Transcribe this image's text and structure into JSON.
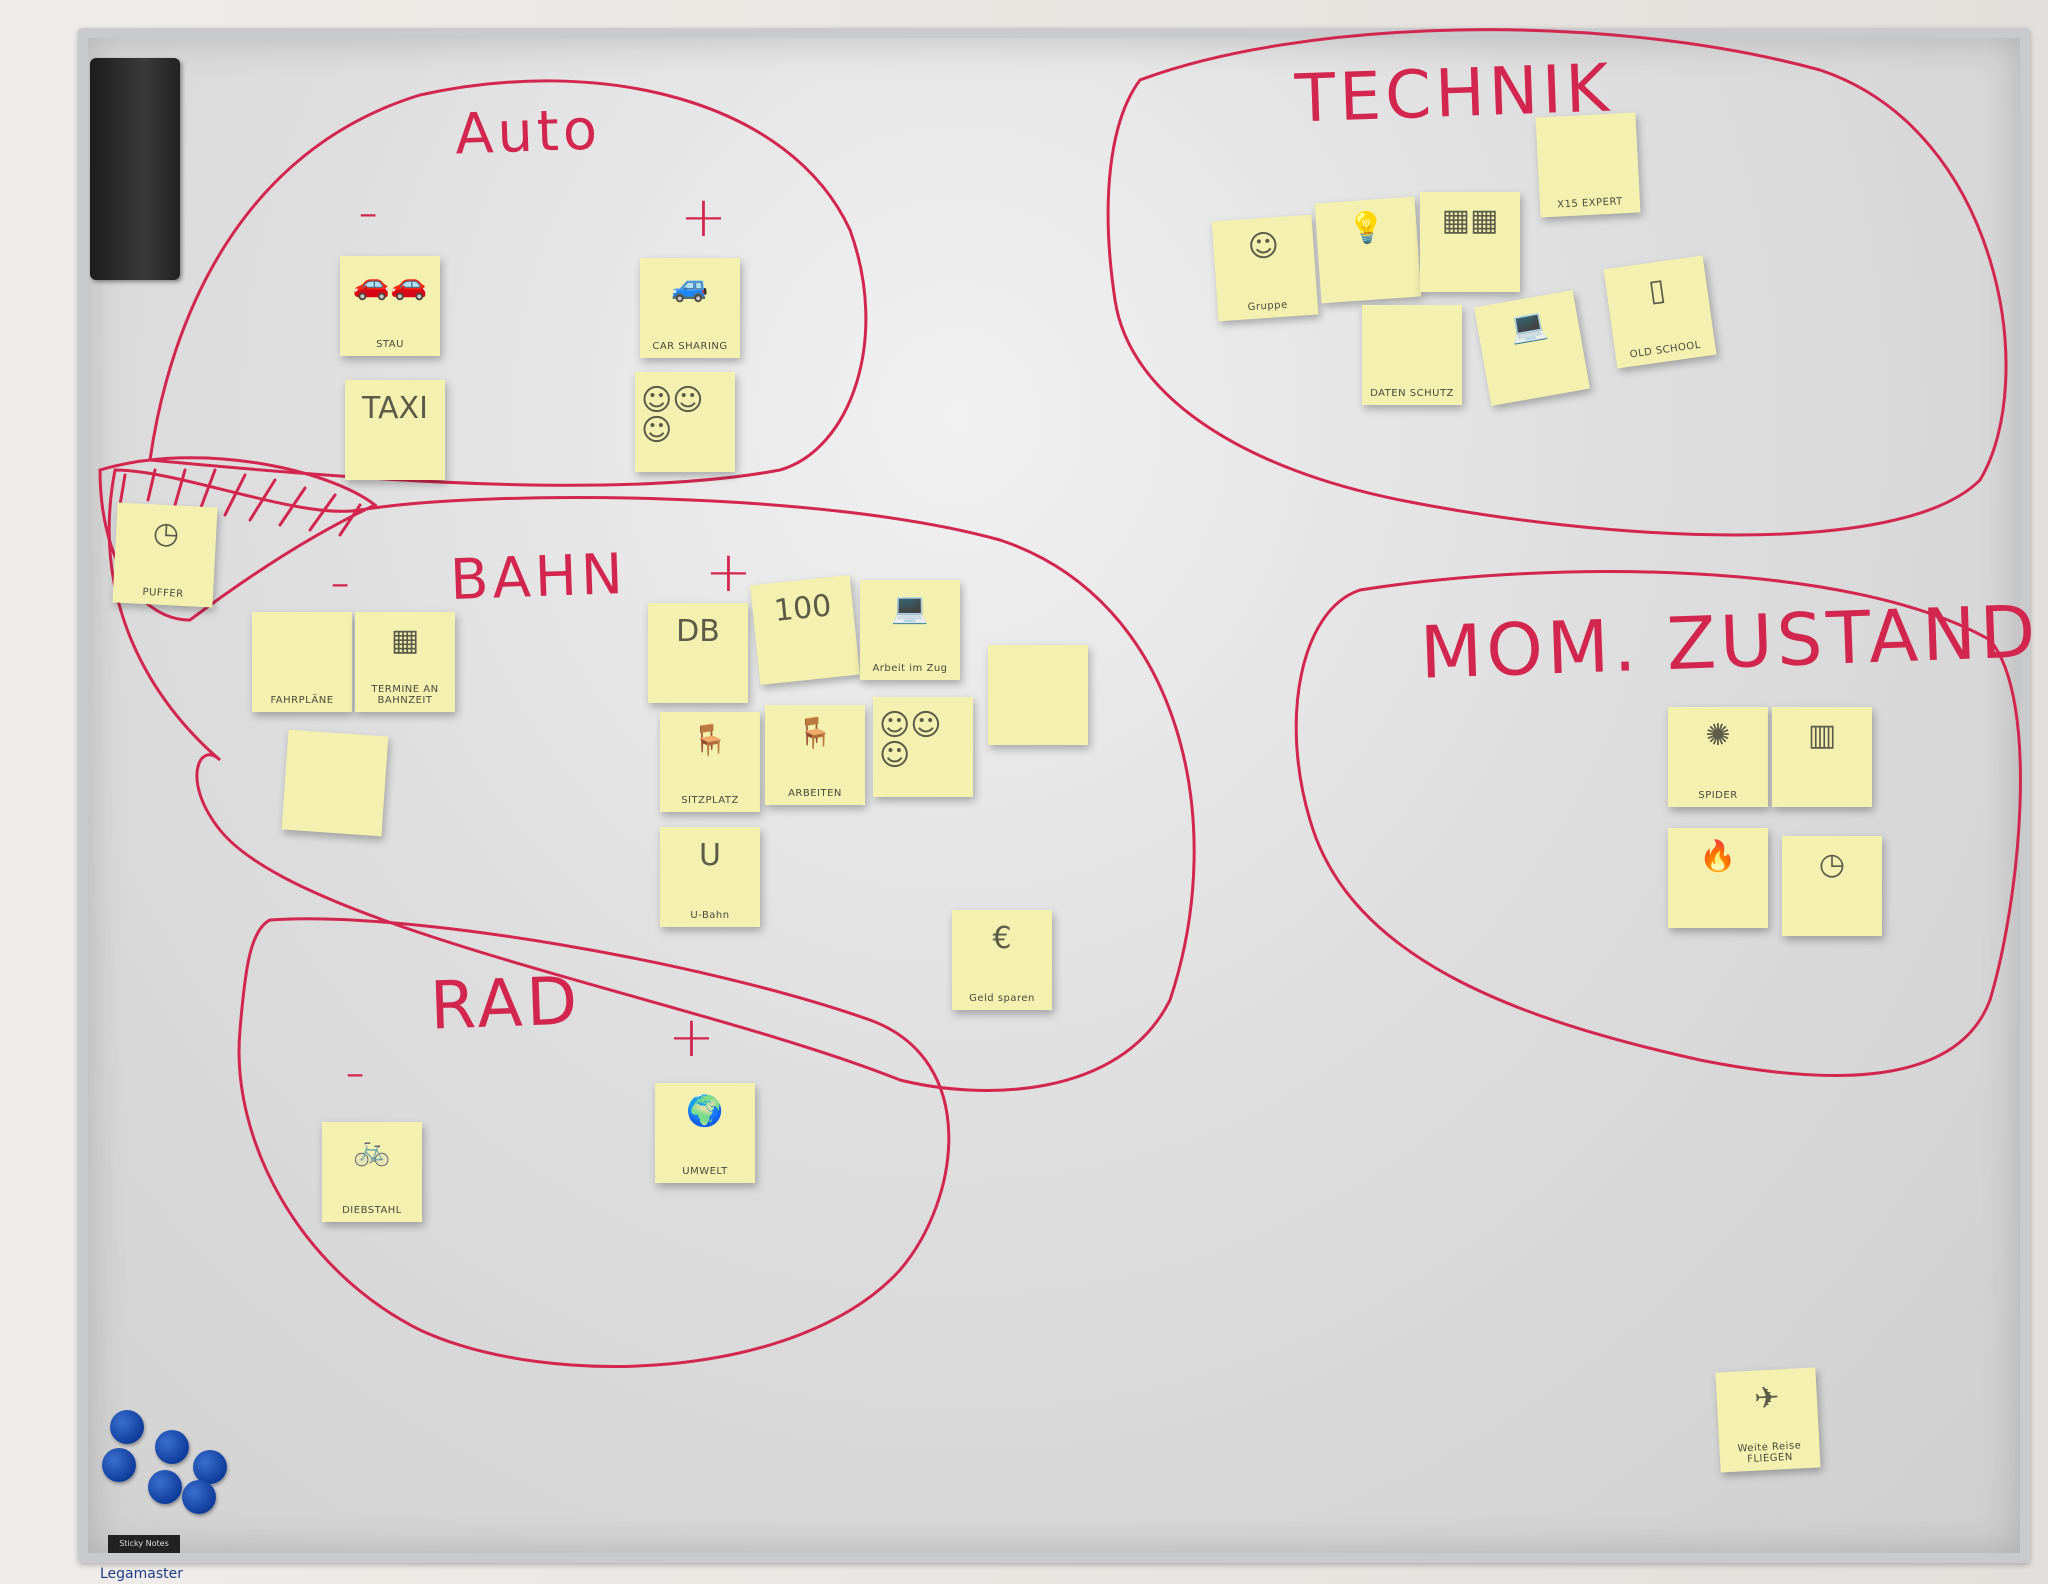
{
  "board": {
    "headings": {
      "auto": "Auto",
      "technik": "TECHNIK",
      "bahn": "BAHN",
      "rad": "RAD",
      "zustand": "MOM. ZUSTAND"
    },
    "signs": {
      "minus": "-",
      "plus": "+"
    },
    "brand": "Legamaster",
    "tray_label": "Sticky Notes"
  },
  "notes": {
    "auto_stau": {
      "doodle": "🚗🚗",
      "caption": "STAU"
    },
    "auto_carsharing": {
      "doodle": "🚙",
      "caption": "CAR SHARING"
    },
    "auto_taxi": {
      "doodle": "TAXI",
      "caption": ""
    },
    "auto_people": {
      "doodle": "☺☺☺",
      "caption": ""
    },
    "bahn_puffer": {
      "doodle": "◷",
      "caption": "PUFFER"
    },
    "bahn_fahrplaene": {
      "doodle": "",
      "caption": "FAHRPLÄNE"
    },
    "bahn_termin": {
      "doodle": "▦",
      "caption": "TERMINE AN BAHNZEIT"
    },
    "bahn_misc": {
      "doodle": "",
      "caption": ""
    },
    "bahn_db": {
      "doodle": "DB",
      "caption": ""
    },
    "bahn_ticket": {
      "doodle": "100",
      "caption": ""
    },
    "bahn_arbeit": {
      "doodle": "💻",
      "caption": "Arbeit im Zug"
    },
    "bahn_sg": {
      "doodle": "",
      "caption": ""
    },
    "bahn_sitzplatz": {
      "doodle": "🪑",
      "caption": "SITZPLATZ"
    },
    "bahn_arbeiten": {
      "doodle": "🪑",
      "caption": "ARBEITEN"
    },
    "bahn_people": {
      "doodle": "☺☺☺",
      "caption": ""
    },
    "bahn_ubahn": {
      "doodle": "U",
      "caption": "U-Bahn"
    },
    "bahn_geld": {
      "doodle": "€",
      "caption": "Geld sparen"
    },
    "rad_diebstahl": {
      "doodle": "🚲",
      "caption": "DIEBSTAHL"
    },
    "rad_umwelt": {
      "doodle": "🌍",
      "caption": "UMWELT"
    },
    "tech_gruppe": {
      "doodle": "☺",
      "caption": "Gruppe"
    },
    "tech_idee": {
      "doodle": "💡",
      "caption": ""
    },
    "tech_icons": {
      "doodle": "▦▦",
      "caption": ""
    },
    "tech_expert": {
      "doodle": "",
      "caption": "X15 EXPERT"
    },
    "tech_datenschutz": {
      "doodle": "",
      "caption": "DATEN SCHUTZ"
    },
    "tech_laptop": {
      "doodle": "💻",
      "caption": ""
    },
    "tech_oldschool": {
      "doodle": "▯",
      "caption": "OLD SCHOOL"
    },
    "zu_spider": {
      "doodle": "✺",
      "caption": "SPIDER"
    },
    "zu_box": {
      "doodle": "▥",
      "caption": ""
    },
    "zu_fire": {
      "doodle": "🔥",
      "caption": ""
    },
    "zu_clock": {
      "doodle": "◷",
      "caption": ""
    },
    "flug": {
      "doodle": "✈",
      "caption": "Weite Reise FLIEGEN"
    }
  },
  "colors": {
    "marker": "#d2264f",
    "note": "#f4f1b0",
    "magnet": "#1b4fb5"
  }
}
